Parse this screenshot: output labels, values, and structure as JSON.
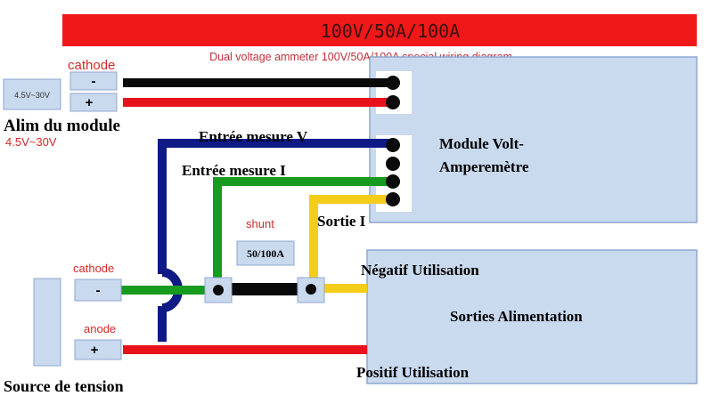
{
  "banner": "100V/50A/100A",
  "subtitle": "Dual voltage ammeter 100V/50A/100A special wiring diagram",
  "colors": {
    "banner": "#f01818",
    "panel": "#c9d9ee",
    "panel_border": "#8fa8cf",
    "wire_red": "#e8121a",
    "wire_black": "#0a0a0a",
    "wire_blue": "#0e1a86",
    "wire_green": "#179b1e",
    "wire_yellow": "#f4cd1a"
  },
  "module_power": {
    "range_box": "4.5V~30V",
    "cathode_label": "cathode",
    "minus": "-",
    "plus": "+",
    "title": "Alim du module",
    "range_label": "4.5V~30V"
  },
  "module": {
    "name_line1": "Module Volt-",
    "name_line2": "Amperemètre"
  },
  "wire_labels": {
    "measure_v": "Entrée mesure V",
    "measure_i": "Entrée mesure I",
    "output_i": "Sortie I"
  },
  "shunt": {
    "label": "shunt",
    "value": "50/100A"
  },
  "source": {
    "cathode_label": "cathode",
    "anode_label": "anode",
    "minus": "-",
    "plus": "+",
    "title": "Source de tension"
  },
  "outputs": {
    "negative": "Négatif Utilisation",
    "title": "Sorties Alimentation",
    "positive": "Positif Utilisation"
  }
}
